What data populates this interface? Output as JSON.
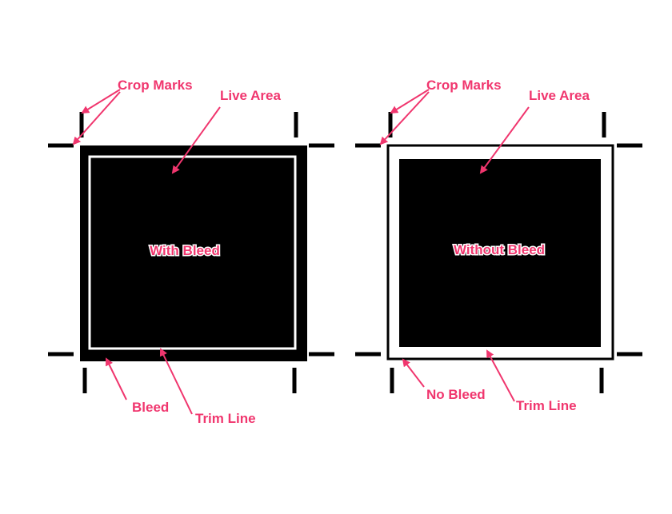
{
  "colors": {
    "annotation": "#f0366e",
    "ink": "#000000",
    "paper": "#ffffff"
  },
  "left_panel": {
    "center_label": "With Bleed",
    "crop_marks_label": "Crop Marks",
    "live_area_label": "Live Area",
    "bleed_label": "Bleed",
    "trim_line_label": "Trim Line"
  },
  "right_panel": {
    "center_label": "Without Bleed",
    "crop_marks_label": "Crop Marks",
    "live_area_label": "Live Area",
    "no_bleed_label": "No Bleed",
    "trim_line_label": "Trim Line"
  }
}
